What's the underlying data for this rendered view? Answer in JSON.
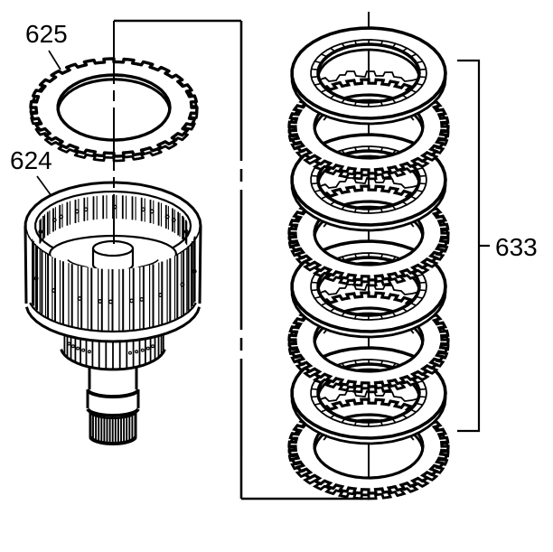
{
  "page": {
    "background": "#ffffff",
    "line_color": "#000000"
  },
  "callouts": [
    {
      "part": "625",
      "label": "625"
    },
    {
      "part": "624",
      "label": "624"
    },
    {
      "part": "633",
      "label": "633"
    }
  ]
}
